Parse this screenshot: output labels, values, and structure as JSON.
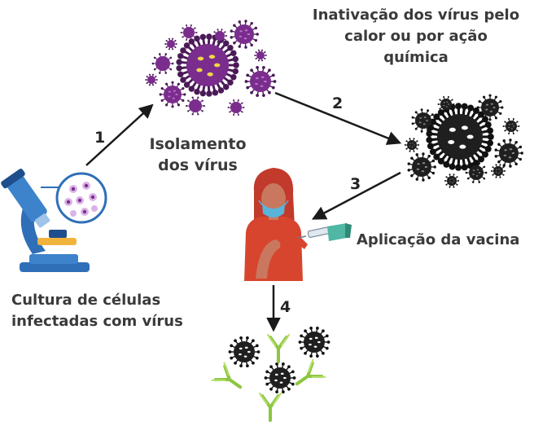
{
  "labels": {
    "cell_culture_line1": "Cultura de células",
    "cell_culture_line2": "infectadas com vírus",
    "isolation_line1": "Isolamento",
    "isolation_line2": "dos vírus",
    "inactivation_line1": "Inativação dos vírus pelo",
    "inactivation_line2": "calor ou por ação",
    "inactivation_line3": "química",
    "application": "Aplicação da vacina"
  },
  "steps": [
    "1",
    "2",
    "3",
    "4"
  ],
  "colors": {
    "arrow": "#1a1a1a",
    "text": "#3a3a3a",
    "virus_purple": "#7b2d8e",
    "virus_dark": "#1f1f1f",
    "microscope_blue": "#2f6fb7",
    "antibody_green": "#8cc63f",
    "skin": "#c9785f",
    "mask": "#5ab3d9",
    "shirt": "#d7452e"
  },
  "icons": [
    "microscope-icon",
    "virus-cluster-icon",
    "inactivated-virus-icon",
    "vaccinated-woman-icon",
    "syringe-icon",
    "antibody-icon"
  ]
}
